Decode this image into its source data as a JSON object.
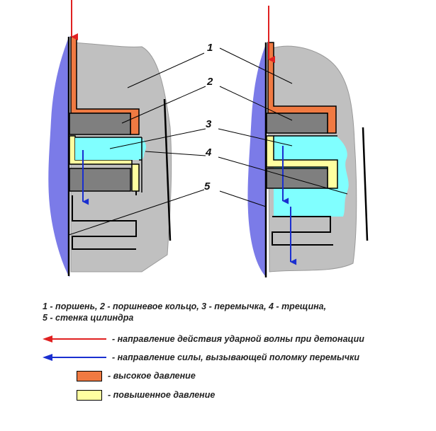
{
  "labels": {
    "n1": "1",
    "n2": "2",
    "n3": "3",
    "n4": "4",
    "n5": "5"
  },
  "caption": {
    "line1": "1 - поршень, 2 - поршневое кольцо, 3 - перемычка, 4 - трещина,",
    "line2": "5 - стенка цилиндра"
  },
  "legend": [
    {
      "key": "red-arrow",
      "color": "#e02020",
      "label": "- направление действия ударной волны при детонации"
    },
    {
      "key": "blue-arrow",
      "color": "#1a2fd0",
      "label": "- направление силы, вызывающей поломку перемычки"
    },
    {
      "key": "orange-swatch",
      "color": "#f07a42",
      "label": "- высокое давление"
    },
    {
      "key": "yellow-swatch",
      "color": "#ffffa0",
      "label": "- повышенное давление"
    }
  ],
  "colors": {
    "piston": "#c0c0c0",
    "cylinder_wall": "#7b7be8",
    "ring": "#7f7f7f",
    "gap": "#80ffff",
    "high_pressure": "#f07a42",
    "elevated_pressure": "#ffffa0",
    "shock_wave_arrow": "#e02020",
    "force_arrow": "#1a2fd0"
  }
}
